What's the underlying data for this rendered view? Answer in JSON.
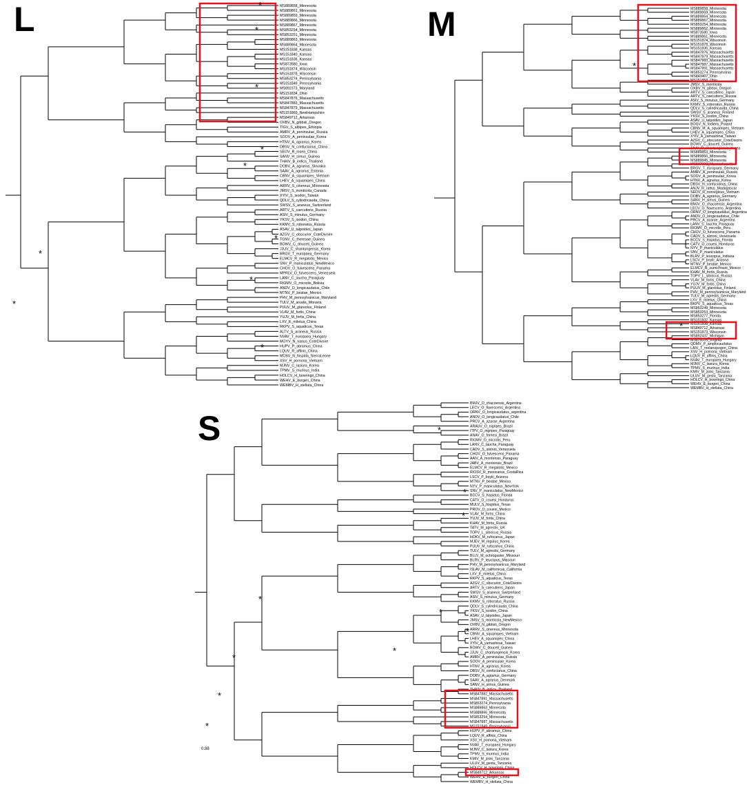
{
  "panels": [
    {
      "id": "L",
      "label": "L",
      "leaves": [
        "MS889858_Minnesota",
        "MS889861_Minnesota",
        "MS889859_Minnesota",
        "MS889866_Minnesota",
        "MS889867_Minnesota",
        "MS853254_Minnesota",
        "MS853251_Minnesota",
        "MS889863_Minnesota",
        "MS889864_Minnesota",
        "MS151838_Kansas",
        "MS151840_Kansas",
        "MS151836_Kansas",
        "MS873580_Iowa",
        "MS151874_Wisconsin",
        "MS151878_Wisconsin",
        "MS853274_Pennsylvania",
        "MS151849_Pennsylvania",
        "MS892373_Maryland",
        "MS151834_Ohio",
        "MS847876_Massachusetts",
        "MS847883_Massachusetts",
        "MS847879_Massachusetts",
        "MS151869_NewHampshire",
        "MS849712_Arkansas",
        "OXBV_N_gibbsii_Oregon",
        "TIGV_S_albipes_Ethiopia",
        "AMRV_A_peninsulae_Russia",
        "SOOV_A_peninsulae_Korea",
        "HTNV_A_agrarius_Korea",
        "DBSV_N_confucianus_China",
        "SEOV_R_losea_China",
        "SANV_H_simus_Guinea",
        "THAIV_B_indica_Thailand",
        "DOBV_A_agrarius_Slovakia",
        "SAAV_A_agrarius_Estonia",
        "CBNV_A_squamipes_Vietnam",
        "LHEV_A_squamipes_China",
        "ARRV_S_cinereus_Minnesota",
        "JMSV_S_monticola_Canada",
        "XYIV_S_isodon_Taiwan",
        "QDLV_S_cylindricauda_China",
        "SWSV_S_araneus_Switzerland",
        "ARTV_S_caecutiens_Russia",
        "ASIV_S_minutus_Germany",
        "YKSV_S_isodon_China",
        "KKMV_S_roboratus_Russia",
        "ASAV_U_talpoides_Japan",
        "AZGV_C_obscurior_CoteDivoire",
        "TGNV_C_theresae_Guinea",
        "BOWV_C_douceti_Guinea",
        "JJUV_C_shantungensis_Korea",
        "BRGV_T_europaea_Germany",
        "ELMCV_R_megalotis_Mexico",
        "SNV_P_maniculatus_NewMexico",
        "CHOV_O_fulvescens_Panama",
        "MPRLV_O_fulvescens_Venezuela",
        "LANV_C_laucha_Paraguay",
        "RIOMV_O_microtis_Bolivia",
        "ANDV_O_longicaudatus_Chile",
        "MTNV_P_beatae_Mexico",
        "PHV_M_pennsylvanicus_Maryland",
        "TULV_M_arvalis_Moravia",
        "PUUV_M_glareolus_Finland",
        "VLAV_M_fortis_China",
        "YUJV_M_fortis_China",
        "LXV_E_miletus_China",
        "RKPV_S_aquaticus_Texas",
        "ALTV_S_araneus_Russia",
        "NVAV_T_europaea_Hungary",
        "MOYV_N_nanus_CoteDivoire",
        "HUPV_P_abramus_China",
        "LQUV_R_affinis_China",
        "MCBV_N_hispida_SierraLeone",
        "XSV_H_pomona_Vietnam",
        "MJNV_C_lasiura_Korea",
        "TPMV_S_murinus_India",
        "HOLCV_H_bowringii_China",
        "WEHV_E_burgeri_China",
        "WEMBV_H_stellata_China"
      ]
    },
    {
      "id": "M",
      "label": "M",
      "leaves": [
        "MS889858_Minnesota",
        "MS889859_Minnesota",
        "MS889864_Minnesota",
        "MS889867_Minnesota",
        "MS853254_Minnesota",
        "MS889862_Minnesota",
        "MS873580_Iowa",
        "MS889861_Minnesota",
        "MS151874_Wisconsin",
        "MS151878_Wisconsin",
        "MS151836_Kansas",
        "MS847876_Massachusetts",
        "MS847879_Massachusetts",
        "MS847883_Massachusetts",
        "MS847887_Massachusetts",
        "MS847891_Massachusetts",
        "MS853274_Pennsylvania",
        "MS843407_Ohio",
        "MS151858_Ohio",
        "JMSV_S_monticola",
        "OXBV_N_gibbsii_Oregon",
        "ARTV_S_caecutiens_Japan",
        "ARTV_S_caecutiens_Russia",
        "ASIV_S_minutus_Germany",
        "KKMV_S_roboratus_Russia",
        "QDLV_S_cylindricauda_China",
        "SWSV_S_araneus_Finland",
        "YKSV_S_isodon_China",
        "ASAV_U_talpoides_Japan",
        "BOGV_N_fodiens_Poland",
        "CBNV_M_A_squamipes_Vietnam",
        "LHEV_A_squamipes_China",
        "XYIV_A_yamashinai_Taiwan",
        "AZGV_C_obscurior_CoteDivoire",
        "BOWV_C_douceti_Guinea",
        "JJUV_C_shantungensis_Korea",
        "MS889863_Minnesota",
        "MS889866_Minnesota",
        "MS889845_Minnesota",
        "MS847890_Massachusetts",
        "BRGV_T_europaea_Germany",
        "AMRV_A_peninsulae_Russia",
        "SOOV_A_peninsulae_Korea",
        "HTNV_A_agrarius_Korea",
        "DBSV_N_confucianus_China",
        "ANJV_R_rattus_Madagascar",
        "SEOV_R_norvegicus_Vietnam",
        "DOBV_A_agrarius_Germany",
        "SANV_H_simus_Guinea",
        "BMJV_O_chacoensis_Argentina",
        "LECV_O_flavescens_Argentina",
        "ORNV_O_longicaudatus_Argentina",
        "ANDV_O_longicaudatus_Chile",
        "PRCV_A_azarae_Argentina",
        "LANV_C_laucha_Paraguay",
        "RIOMV_O_microtis_Peru",
        "CHOV_O_fulvescens_Panama",
        "CADV_S_alstoni_Venezuela",
        "BCCV_S_hispidus_Florida",
        "CATV_O_couesi_Honduras",
        "NYV_P_maniculatus",
        "SNV_P_maniculatus",
        "BLRV_P_leucopus_Indiana",
        "LSCV_P_boylii_Arizona",
        "MTNV_P_beatae_Mexico",
        "ELMCV_R_sumichrasti_Mexico",
        "KHAV_M_fortis_Russia",
        "TOPV_L_sibiricus_Russia",
        "VLAV_M_fortis_China",
        "YUJV_M_fortis_China",
        "PUUV_M_glareolus_Finland",
        "PHV_M_pennsylvanicus_Maryland",
        "TULV_M_agrestis_Germany",
        "LXV_E_miletus_China",
        "RKPV_S_aquaticus_Texas",
        "MS853249_Minnesota",
        "MS853253_Minnesota",
        "MS853277_Florida",
        "MS151832_Kansas",
        "MS151838_Kansas",
        "MS849712_Arkansas",
        "MS151873_Wisconsin",
        "MS892437_Michigan",
        "MS876059_Virginia",
        "QDMV_P_amplocaudatus",
        "LAIV_T_melanopogon_China",
        "XSV_H_pomona_Vietnam",
        "LQUV_R_affinis_China",
        "NVAV_T_europaea_Hungary",
        "MJNV_C_lasiura_Korea",
        "TPMV_S_murinus_India",
        "KMIV_M_zinki_Tanzania",
        "ULUV_M_gesta_Tanzania",
        "HOLCV_H_bowringii_China",
        "WEHV_E_burgeri_China",
        "WEMBV_H_stellata_China"
      ]
    },
    {
      "id": "S",
      "label": "S",
      "leaves": [
        "BMJV_O_chacoensis_Argentina",
        "LECV_O_flavescens_Argentina",
        "ORNV_O_longicaudatus_argentina",
        "ANDV_O_longicaudatus_Chile",
        "PRCV_A_azarae_Argentina",
        "ARAUV_O_nigripes_Brazil",
        "ITPV_O_nigripes_Paraguay",
        "ANAV_O_fornesi_Brazil",
        "RIOMV_O_microtis_Peru",
        "LANV_C_laucha_Paraguay",
        "CADV_S_alstoni_Venezuela",
        "CHOV_O_fulvescens_Panama",
        "AAIV_A_montensis_Paraguay",
        "JABV_A_montensis_Brazil",
        "ELMCV_R_megalotis_Mexico",
        "RIOSV_R_mexicanus_CostaRica",
        "LSCV_P_boylii_Arizona",
        "MTNV_P_beatae_Mexico",
        "NYV_P_maniculatus_NewYork",
        "SNV_P_maniculatus_NewMexico",
        "BCCV_S_hispidus_Florida",
        "CATV_O_couesi_Honduras",
        "MULV_S_hispidus_Texas",
        "PROV_O_couesi_Mexico",
        "VLAV_M_fortis_China",
        "YUJV_M_fortis_China",
        "KHAV_M_fortis_Russia",
        "TATV_M_agrestis_UK",
        "TOPV_L_sibiricus_Russia",
        "HOKV_M_rufocanus_Japan",
        "MJEV_M_regulus_Korea",
        "PUUV_M_rufocanus_China",
        "TULV_M_agrestis_Germany",
        "BLLV_M_ochrogaster_Missouri",
        "BLRV_P_leucopus_Missouri",
        "PHV_M_pennsylvanicus_Maryland",
        "ISLAV_M_californicus_California",
        "LXV_E_miletus_China",
        "RKPV_S_aquaticus_Texas",
        "AZGV_C_obscurior_CoteDivoire",
        "ARTV_S_caecutiens_Japan",
        "SWSV_S_araneus_Switzerland",
        "ASIV_S_minutus_Germany",
        "KKMV_S_roboratus_Russia",
        "QDLV_S_cylindricauda_China",
        "YKSV_S_isodon_China",
        "ASAV_U_talpoides_Japan",
        "JMSV_S_monticola_NewMexico",
        "OXBV_N_gibbsii_Oregon",
        "ARRV_S_cinereus_Minnesota",
        "CBNV_A_squamipes_Vietnam",
        "LHEV_A_squamipes_China",
        "XYIV_A_yamashinai_Taiwan",
        "BOWV_C_douceti_Guinea",
        "JJUV_C_shantungensis_Korea",
        "AMRV_A_peninsulae_Russia",
        "SOOV_A_peninsulae_Korea",
        "HTNV_A_agrarius_Korea",
        "DBSV_N_confucianus_China",
        "DOBV_A_agrarius_Germany",
        "SAAV_A_agrarius_Denmark",
        "SANV_H_simus_Guinea",
        "THAIV_B_indica_Thailand",
        "MS847882_Massachusetts",
        "MS847891_Massachusetts",
        "MS853274_Pennsylvania",
        "MS889863_Minnesota",
        "MS889866_Minnesota",
        "MS853254_Minnesota",
        "MS847887_Massachusetts",
        "MS151849_Pennsylvania",
        "HUPV_P_abramus_China",
        "LQUV_R_affinis_China",
        "XSV_H_pomona_Vietnam",
        "NVAV_T_europaea_Hungary",
        "MJNV_C_lasiura_Korea",
        "TPMV_S_murinus_India",
        "KMIV_M_zinki_Tanzania",
        "ULUV_M_gesta_Tanzania",
        "HOLCV_H_bowringii_China",
        "MS849712_Arkansas",
        "WEHV_E_burgeri_China",
        "WEMBV_H_stellata_China"
      ]
    }
  ],
  "support_mark": "*",
  "support_value": "0.98"
}
